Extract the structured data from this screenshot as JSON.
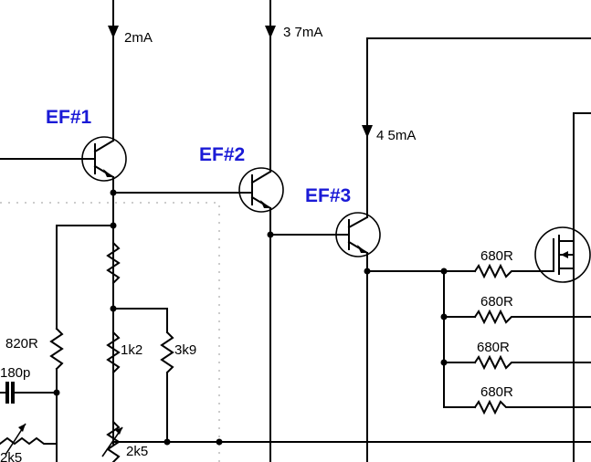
{
  "stages": [
    {
      "label": "EF#1",
      "current": "2mA"
    },
    {
      "label": "EF#2",
      "current": "3 7mA"
    },
    {
      "label": "EF#3",
      "current": "4 5mA"
    }
  ],
  "components": {
    "r_left": "820R",
    "c_left": "180p",
    "r_mid": "1k2",
    "r_right": "3k9",
    "trimmer": "2k5",
    "trimmer_left": "2k5",
    "r_out": [
      "680R",
      "680R",
      "680R",
      "680R"
    ]
  }
}
